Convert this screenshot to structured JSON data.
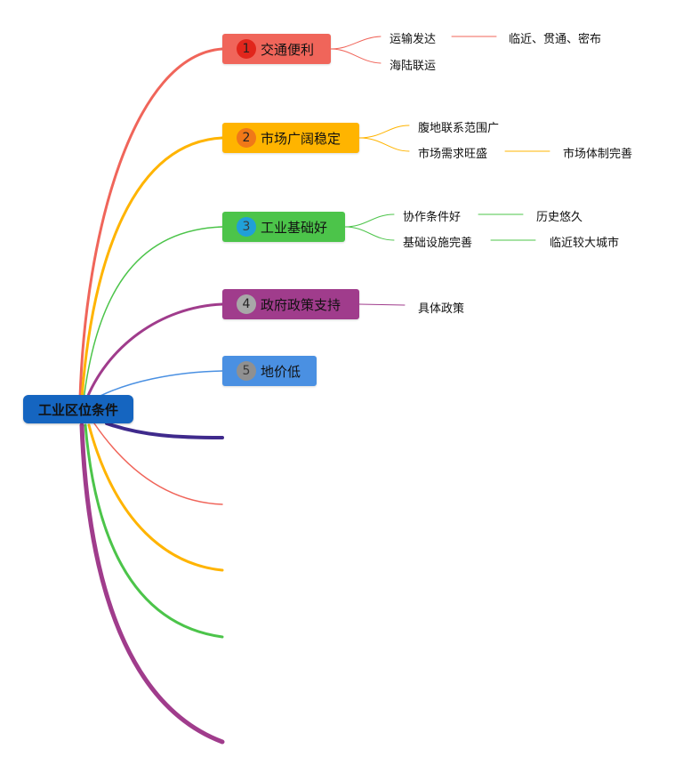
{
  "root": {
    "label": "工业区位条件",
    "color": "#1565c0"
  },
  "branches": [
    {
      "num": "1",
      "label": "交通便利",
      "color": "#f0655a",
      "badge_color": "#e1261c",
      "leaves": [
        {
          "label": "运输发达",
          "child": "临近、贯通、密布"
        },
        {
          "label": "海陆联运"
        }
      ]
    },
    {
      "num": "2",
      "label": "市场广阔稳定",
      "color": "#ffb400",
      "badge_color": "#f07818",
      "leaves": [
        {
          "label": "腹地联系范围广"
        },
        {
          "label": "市场需求旺盛",
          "child": "市场体制完善"
        }
      ]
    },
    {
      "num": "3",
      "label": "工业基础好",
      "color": "#4cc44a",
      "badge_color": "#20a0d8",
      "leaves": [
        {
          "label": "协作条件好",
          "child": "历史悠久"
        },
        {
          "label": "基础设施完善",
          "child": "临近较大城市"
        }
      ]
    },
    {
      "num": "4",
      "label": "政府政策支持",
      "color": "#a03c8c",
      "badge_color": "#a8a8a8",
      "leaves": [
        {
          "label": "具体政策"
        }
      ]
    },
    {
      "num": "5",
      "label": "地价低",
      "color": "#4a90e2",
      "badge_color": "#909090",
      "leaves": []
    }
  ],
  "empty_branch_colors": [
    "#3f2a8c",
    "#f0655a",
    "#ffb400",
    "#4cc44a",
    "#a03c8c"
  ]
}
